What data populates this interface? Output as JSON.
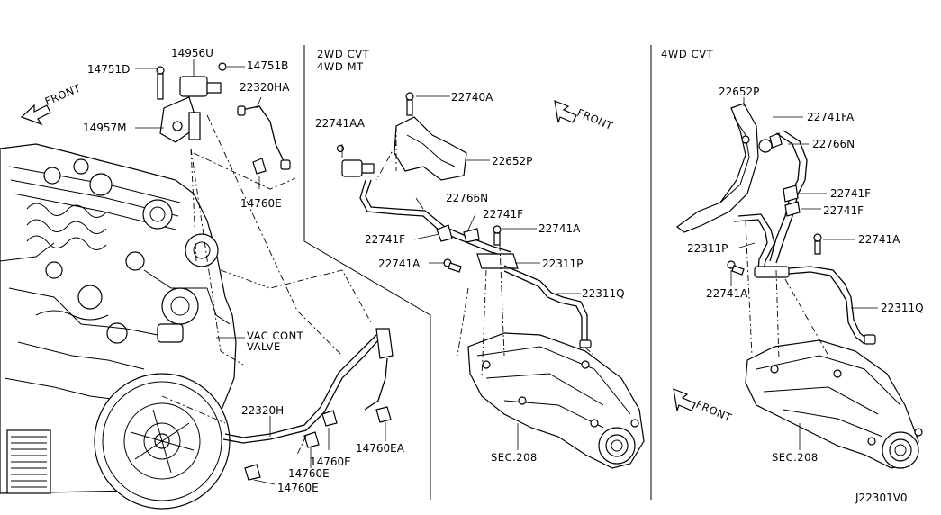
{
  "sections": {
    "left": {
      "labels": {
        "p14956U": "14956U",
        "p14751D": "14751D",
        "p14751B": "14751B",
        "p22320HA": "22320HA",
        "p14957M": "14957M",
        "p14760E_top": "14760E",
        "vac1": "VAC CONT",
        "vac2": "VALVE",
        "p22320H": "22320H",
        "p14760E_a": "14760E",
        "p14760E_b": "14760E",
        "p14760E_c": "14760E",
        "p14760EA": "14760EA"
      },
      "front": "FRONT"
    },
    "middle": {
      "header1": "2WD CVT",
      "header2": "4WD MT",
      "labels": {
        "p22740A": "22740A",
        "p22741AA": "22741AA",
        "p22652P": "22652P",
        "p22766N": "22766N",
        "p22741F_a": "22741F",
        "p22741F_b": "22741F",
        "p22741A_a": "22741A",
        "p22741A_b": "22741A",
        "p22311P": "22311P",
        "p22311Q": "22311Q",
        "sec": "SEC.208"
      },
      "front": "FRONT"
    },
    "right": {
      "header": "4WD CVT",
      "labels": {
        "p22652P": "22652P",
        "p22741FA": "22741FA",
        "p22766N": "22766N",
        "p22741F_a": "22741F",
        "p22741F_b": "22741F",
        "p22311P": "22311P",
        "p22741A_a": "22741A",
        "p22741A_b": "22741A",
        "p22311Q": "22311Q",
        "sec": "SEC.208"
      },
      "front": "FRONT"
    }
  },
  "diagram_code": "J22301V0"
}
